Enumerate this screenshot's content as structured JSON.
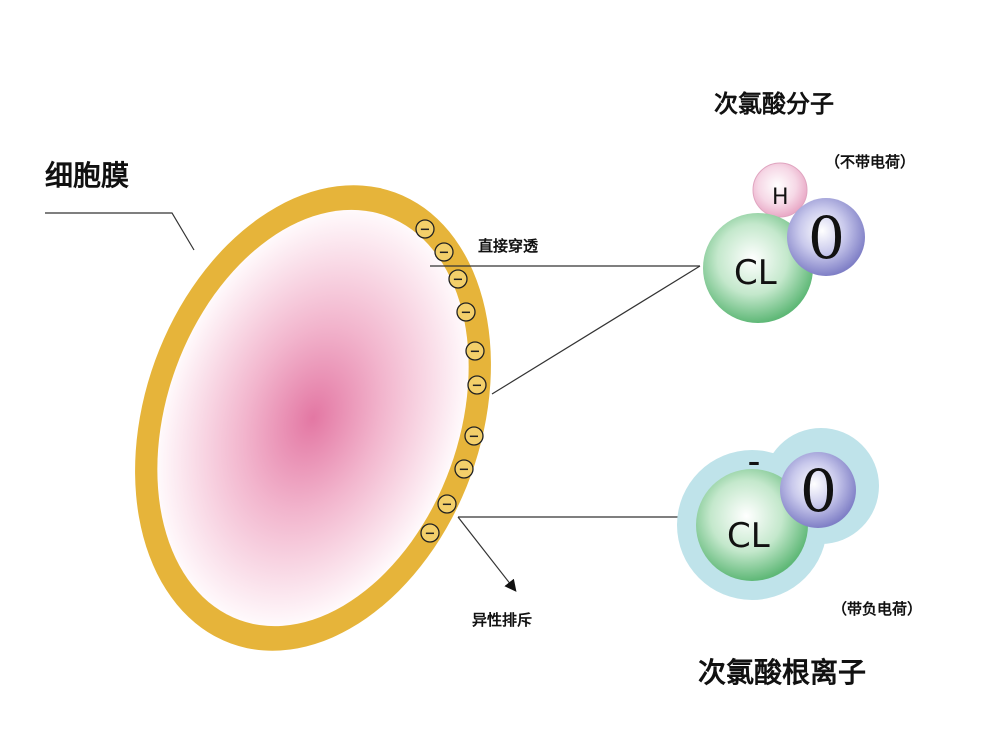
{
  "labels": {
    "membrane": "细胞膜",
    "penetrate": "直接穿透",
    "repel": "异性排斥",
    "hocl_title": "次氯酸分子",
    "hocl_charge": "（不带电荷）",
    "ocl_title": "次氯酸根离子",
    "ocl_charge": "（带负电荷）"
  },
  "atoms": {
    "h": "H",
    "cl": "CL",
    "o": "0",
    "neg": "–"
  },
  "charge_sign": "−",
  "colors": {
    "membrane_gold": "#e6b43a",
    "cell_pink": "#e377a3",
    "cl_green": "#6fc283",
    "o_purple": "#8f8fcf",
    "h_pink": "#f1c3d8",
    "ion_halo": "#bfe3ea"
  }
}
